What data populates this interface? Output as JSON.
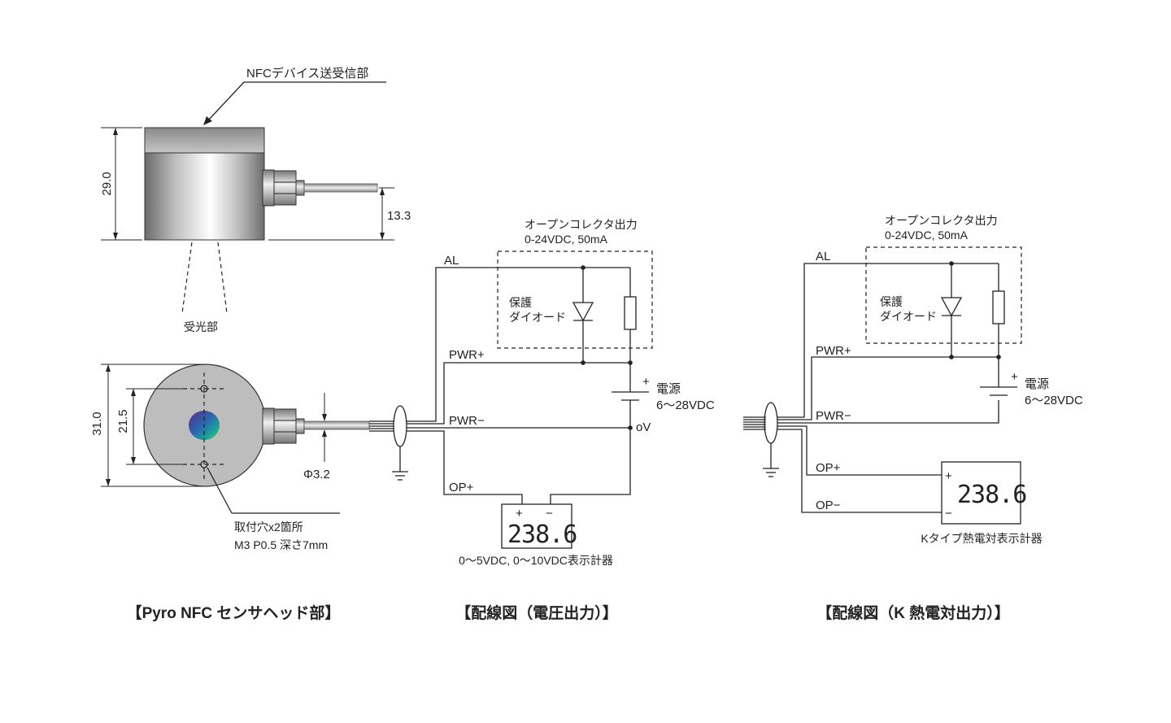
{
  "sensor_head": {
    "nfc_label": "NFCデバイス送受信部",
    "light_receiver_label": "受光部",
    "height_dim": "29.0",
    "cable_height_dim": "13.3",
    "outer_diameter_dim": "31.0",
    "hole_pitch_dim": "21.5",
    "cable_diameter_dim": "Φ3.2",
    "mount_hole_label_1": "取付穴x2箇所",
    "mount_hole_label_2": "M3 P0.5 深さ7mm",
    "caption": "【Pyro NFC センサヘッド部】"
  },
  "wiring_voltage": {
    "oc_title": "オープンコレクタ出力",
    "oc_spec": "0-24VDC, 50mA",
    "diode_label_1": "保護",
    "diode_label_2": "ダイオード",
    "al": "AL",
    "pwr_plus": "PWR+",
    "pwr_minus": "PWR−",
    "op_plus": "OP+",
    "psu_plus": "+",
    "psu_label": "電源",
    "psu_range": "6〜28VDC",
    "zero_v": "oV",
    "meter_plus": "+",
    "meter_minus": "−",
    "meter_value": "238.6",
    "meter_label": "0〜5VDC, 0〜10VDC表示計器",
    "caption": "【配線図（電圧出力）】"
  },
  "wiring_k": {
    "oc_title": "オープンコレクタ出力",
    "oc_spec": "0-24VDC, 50mA",
    "diode_label_1": "保護",
    "diode_label_2": "ダイオード",
    "al": "AL",
    "pwr_plus": "PWR+",
    "pwr_minus": "PWR−",
    "op_plus": "OP+",
    "op_minus": "OP−",
    "psu_plus": "+",
    "psu_label": "電源",
    "psu_range": "6〜28VDC",
    "meter_plus": "+",
    "meter_minus": "−",
    "meter_value": "238.6",
    "meter_label": "Kタイプ熱電対表示計器",
    "caption": "【配線図（K 熱電対出力）】"
  }
}
